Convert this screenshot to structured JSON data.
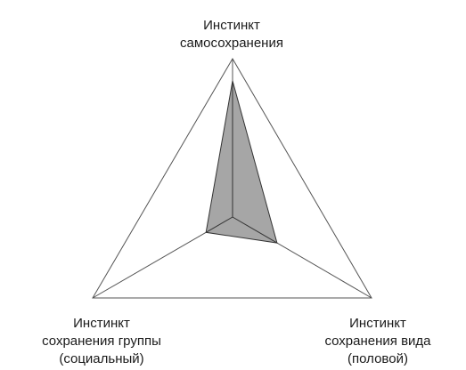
{
  "chart_data": {
    "type": "radar",
    "axes": [
      {
        "lines": [
          "Инстинкт",
          "самосохранения"
        ]
      },
      {
        "lines": [
          "Инстинкт",
          "сохранения группы",
          "(социальный)"
        ]
      },
      {
        "lines": [
          "Инстинкт",
          "сохранения вида",
          "(половой)"
        ]
      }
    ],
    "values": [
      0.86,
      0.19,
      0.32
    ],
    "max": 1,
    "fill_color": "#a6a6a6",
    "line_color": "#333333",
    "grid": false
  }
}
